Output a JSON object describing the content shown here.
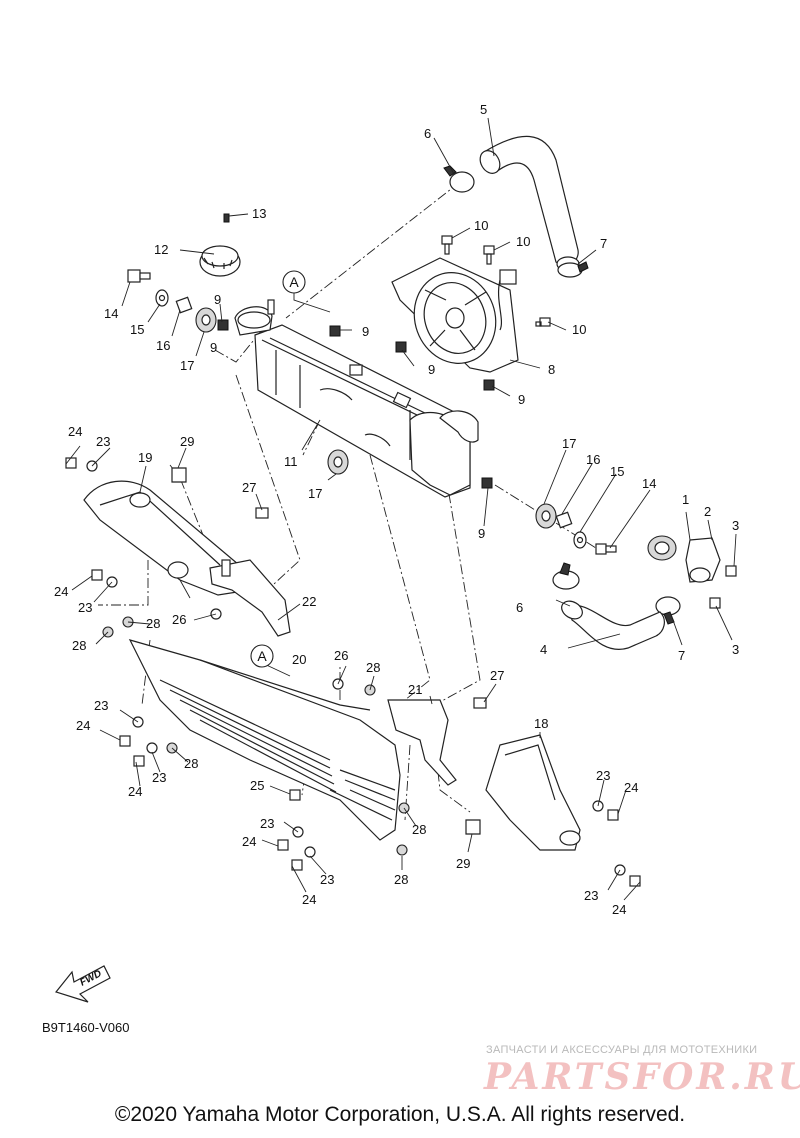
{
  "diagram_code": "B9T1460-V060",
  "copyright": "©2020 Yamaha Motor Corporation, U.S.A. All rights reserved.",
  "watermark": {
    "tagline": "ЗАПЧАСТИ И АКСЕССУАРЫ ДЛЯ МОТОТЕХНИКИ",
    "logo_text": "PARTSFOR.RU"
  },
  "fwd_arrow_label": "FWD",
  "reference_mark": "A",
  "callouts": [
    "1",
    "2",
    "3",
    "3",
    "4",
    "5",
    "6",
    "6",
    "7",
    "7",
    "8",
    "9",
    "9",
    "9",
    "9",
    "9",
    "9",
    "10",
    "10",
    "10",
    "11",
    "12",
    "13",
    "14",
    "14",
    "15",
    "15",
    "16",
    "16",
    "17",
    "17",
    "17",
    "18",
    "19",
    "20",
    "21",
    "22",
    "23",
    "23",
    "23",
    "23",
    "23",
    "23",
    "23",
    "23",
    "24",
    "24",
    "24",
    "24",
    "24",
    "24",
    "24",
    "24",
    "25",
    "26",
    "26",
    "27",
    "27",
    "28",
    "28",
    "28",
    "28",
    "28",
    "28",
    "29",
    "29"
  ]
}
